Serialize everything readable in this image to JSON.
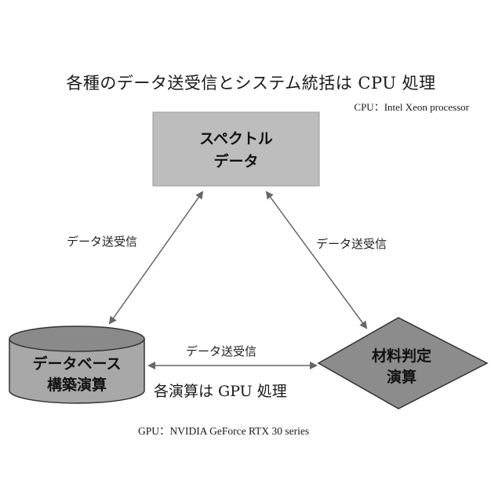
{
  "title": "各種のデータ送受信とシステム統括は CPU 処理",
  "cpu_note": "CPU：Intel Xeon processor",
  "nodes": {
    "spectrum": {
      "line1": "スペクトル",
      "line2": "データ"
    },
    "database": {
      "line1": "データベース",
      "line2": "構築演算"
    },
    "material": {
      "line1": "材料判定",
      "line2": "演算"
    }
  },
  "edges": {
    "left": "データ送受信",
    "right": "データ送受信",
    "bottom": "データ送受信"
  },
  "gpu_process": "各演算は GPU 処理",
  "gpu_note": "GPU：NVIDIA GeForce RTX 30 series",
  "colors": {
    "node_fill": "#bdbdbd",
    "node_dark": "#8a8a8a",
    "stroke": "#333333",
    "arrow": "#666666"
  }
}
